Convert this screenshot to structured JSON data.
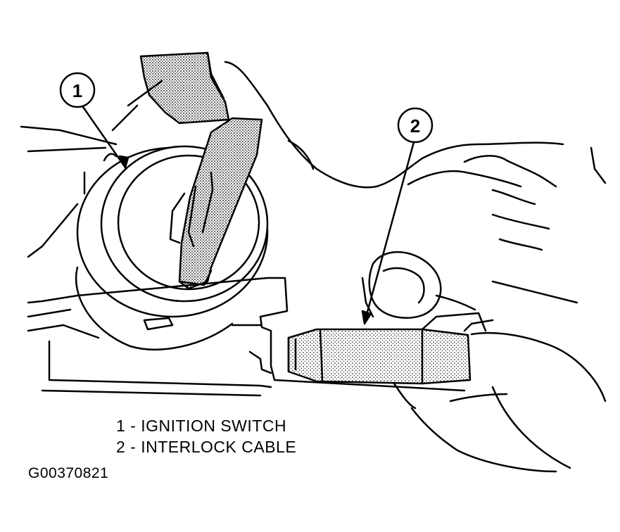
{
  "callouts": [
    {
      "number": "1"
    },
    {
      "number": "2"
    }
  ],
  "legend": [
    {
      "text": "1 - IGNITION SWITCH"
    },
    {
      "text": "2 - INTERLOCK CABLE"
    }
  ],
  "figure_id": "G00370821"
}
